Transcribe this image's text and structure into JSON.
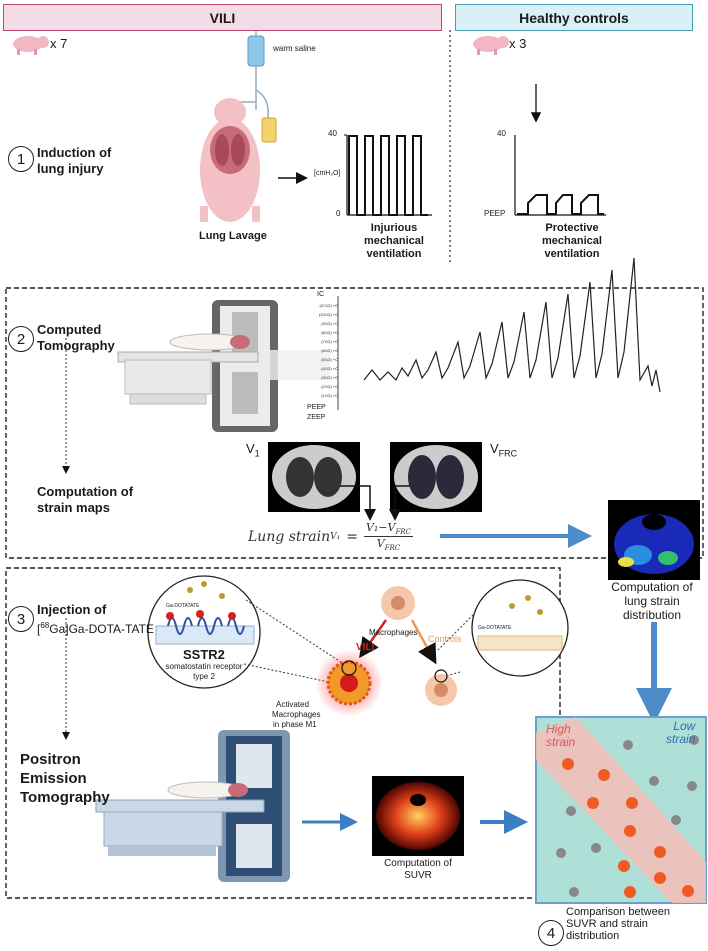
{
  "header": {
    "vili": "VILI",
    "controls": "Healthy controls"
  },
  "pigs": {
    "vili_count": "x 7",
    "control_count": "x 3"
  },
  "step1": {
    "number": "1",
    "title_line1": "Induction of",
    "title_line2": "lung injury",
    "warm_saline": "warm saline",
    "lung_lavage": "Lung Lavage",
    "axis_top": "40",
    "axis_bottom": "0",
    "axis_unit": "[cmH₂O]",
    "injurious_line1": "Injurious",
    "injurious_line2": "mechanical",
    "injurious_line3": "ventilation",
    "ctrl_axis_top": "40",
    "ctrl_axis_peep": "PEEP",
    "protective_line1": "Protective",
    "protective_line2": "mechanical",
    "protective_line3": "ventilation"
  },
  "step2": {
    "number": "2",
    "title_line1": "Computed",
    "title_line2": "Tomography",
    "strain_line1": "Computation of",
    "strain_line2": "strain maps",
    "ic_label": "IC",
    "peep_label": "PEEP",
    "zeep_label": "ZEEP",
    "pressure_levels": [
      "(IC/12) +C",
      "(10/12) +C",
      "(9/12) +C",
      "(8/12) +C",
      "(7/12) +C",
      "(6/12) +C",
      "(5/12) +C",
      "(4/12) +C",
      "(3/12) +C",
      "(2/12) +C",
      "(1/12) +C"
    ],
    "v1_label": "V",
    "v1_sub": "1",
    "vfrc_label": "V",
    "vfrc_sub": "FRC",
    "formula_left": "Lung strain",
    "formula_sub": "V₁",
    "formula_num": "V₁−V",
    "formula_num_sub": "FRC",
    "formula_den": "V",
    "formula_den_sub": "FRC"
  },
  "strain_distribution": {
    "line1": "Computation of",
    "line2": "lung strain",
    "line3": "distribution"
  },
  "step3": {
    "number": "3",
    "title_line1": "Injection of",
    "title_line2_sup": "68",
    "title_line2": "Ga]Ga-DOTA-TATE",
    "tracer_label": "Ga-DOTATATE",
    "receptor": "SSTR2",
    "receptor_desc1": "somatostatin receptor",
    "receptor_desc2": "type 2",
    "macrophages": "Macrophages",
    "vili_arrow": "VILI",
    "controls_arrow": "Controls",
    "tracer_label_right": "Ga-DOTATATE",
    "activated1": "Activated",
    "activated2": "Macrophages",
    "activated3": "in phase M1",
    "pet_line1": "Positron",
    "pet_line2": "Emission",
    "pet_line3": "Tomography",
    "suvr_line1": "Computation of",
    "suvr_line2": "SUVR"
  },
  "step4": {
    "number": "4",
    "high1": "High",
    "high2": "strain",
    "low1": "Low",
    "low2": "strain",
    "line1": "Comparison between",
    "line2": "SUVR and strain",
    "line3": "distribution"
  },
  "colors": {
    "vili_fill": "#f3dbe7",
    "vili_border": "#c0466d",
    "controls_fill": "#d9f0f6",
    "controls_border": "#4b9db3",
    "arrow_blue": "#3a7fc4",
    "vili_red": "#d72020",
    "controls_orange": "#e89a55",
    "panel_teal": "#aee0d8"
  },
  "icons": [
    "pig-icon",
    "iv-bag-icon",
    "pig-anatomy-icon",
    "ct-scanner-icon",
    "pet-scanner-icon",
    "macrophage-icon",
    "receptor-membrane-icon",
    "ct-slice-icon",
    "strain-map-icon",
    "suvr-map-icon"
  ]
}
